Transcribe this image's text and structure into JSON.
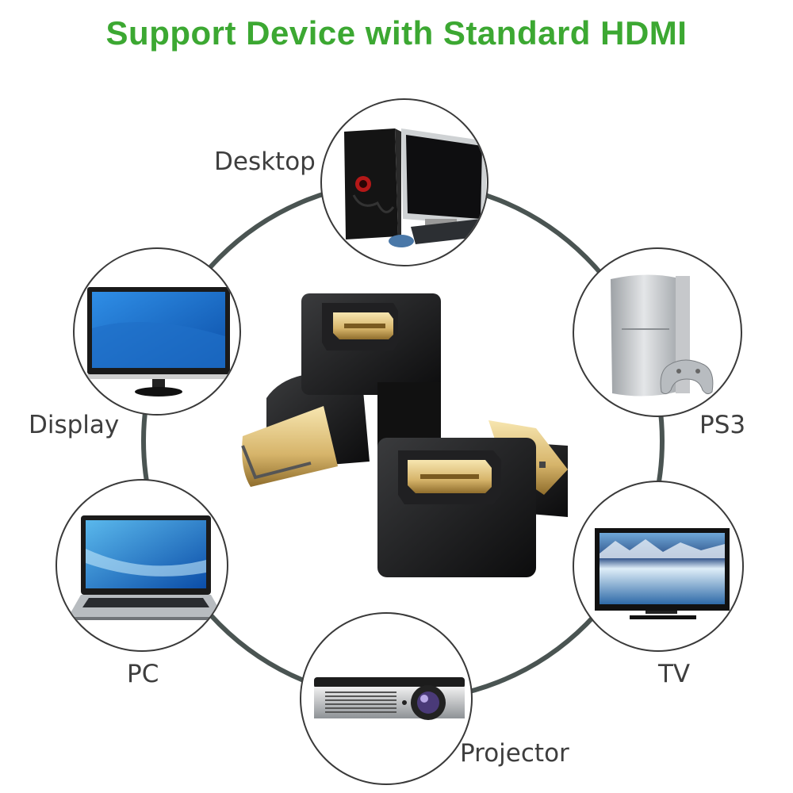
{
  "header": {
    "title": "Support Device with Standard HDMI"
  },
  "colors": {
    "title": "#3ca832",
    "ring": "#4a5452",
    "label": "#3e3e3e"
  },
  "product": {
    "name": "90 degree HDMI adapters",
    "items": [
      "hdmi-right-angle-adapter-up",
      "hdmi-right-angle-adapter-down"
    ]
  },
  "devices": [
    {
      "id": "desktop",
      "label": "Desktop",
      "icon": "desktop-computer-icon"
    },
    {
      "id": "display",
      "label": "Display",
      "icon": "monitor-icon"
    },
    {
      "id": "ps3",
      "label": "PS3",
      "icon": "game-console-icon"
    },
    {
      "id": "pc",
      "label": "PC",
      "icon": "laptop-icon"
    },
    {
      "id": "tv",
      "label": "TV",
      "icon": "tv-icon"
    },
    {
      "id": "projector",
      "label": "Projector",
      "icon": "projector-icon"
    }
  ]
}
